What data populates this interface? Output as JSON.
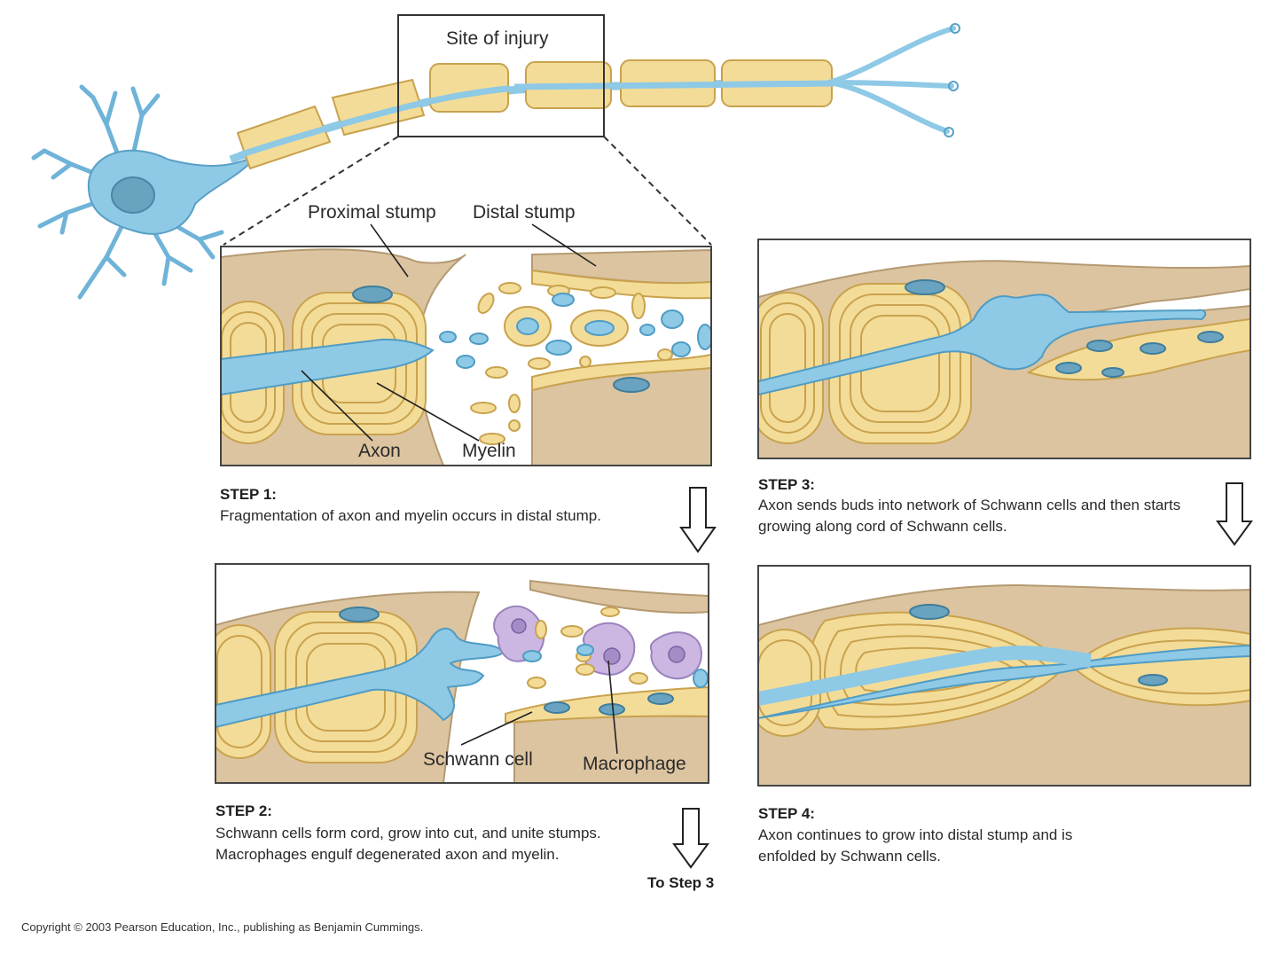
{
  "top": {
    "site_label": "Site of injury"
  },
  "panel1": {
    "labels": {
      "proximal": "Proximal stump",
      "distal": "Distal stump",
      "axon": "Axon",
      "myelin": "Myelin"
    }
  },
  "panel2": {
    "labels": {
      "schwann": "Schwann cell",
      "macrophage": "Macrophage"
    }
  },
  "steps": {
    "step1": {
      "title": "STEP 1:",
      "desc": "Fragmentation of axon and myelin occurs in distal stump."
    },
    "step2": {
      "title": "STEP 2:",
      "desc": "Schwann cells form cord, grow into cut, and unite stumps. Macrophages engulf degenerated axon and myelin."
    },
    "step3": {
      "title": "STEP 3:",
      "desc": "Axon sends buds into network of Schwann cells and then starts growing along cord of Schwann cells."
    },
    "step4": {
      "title": "STEP 4:",
      "desc": "Axon continues to grow into distal stump and is enfolded by Schwann cells."
    }
  },
  "to_step3": "To Step 3",
  "copyright": "Copyright © 2003 Pearson Education, Inc., publishing as Benjamin Cummings.",
  "colors": {
    "axon": "#8ec9e6",
    "axon_dark": "#4f9cc4",
    "myelin": "#f3dc98",
    "myelin_line": "#c9a24e",
    "tissue": "#dcc4a0",
    "tissue_line": "#b49a72",
    "nucleus": "#6aa3bf",
    "macrophage": "#cbb7e2"
  }
}
